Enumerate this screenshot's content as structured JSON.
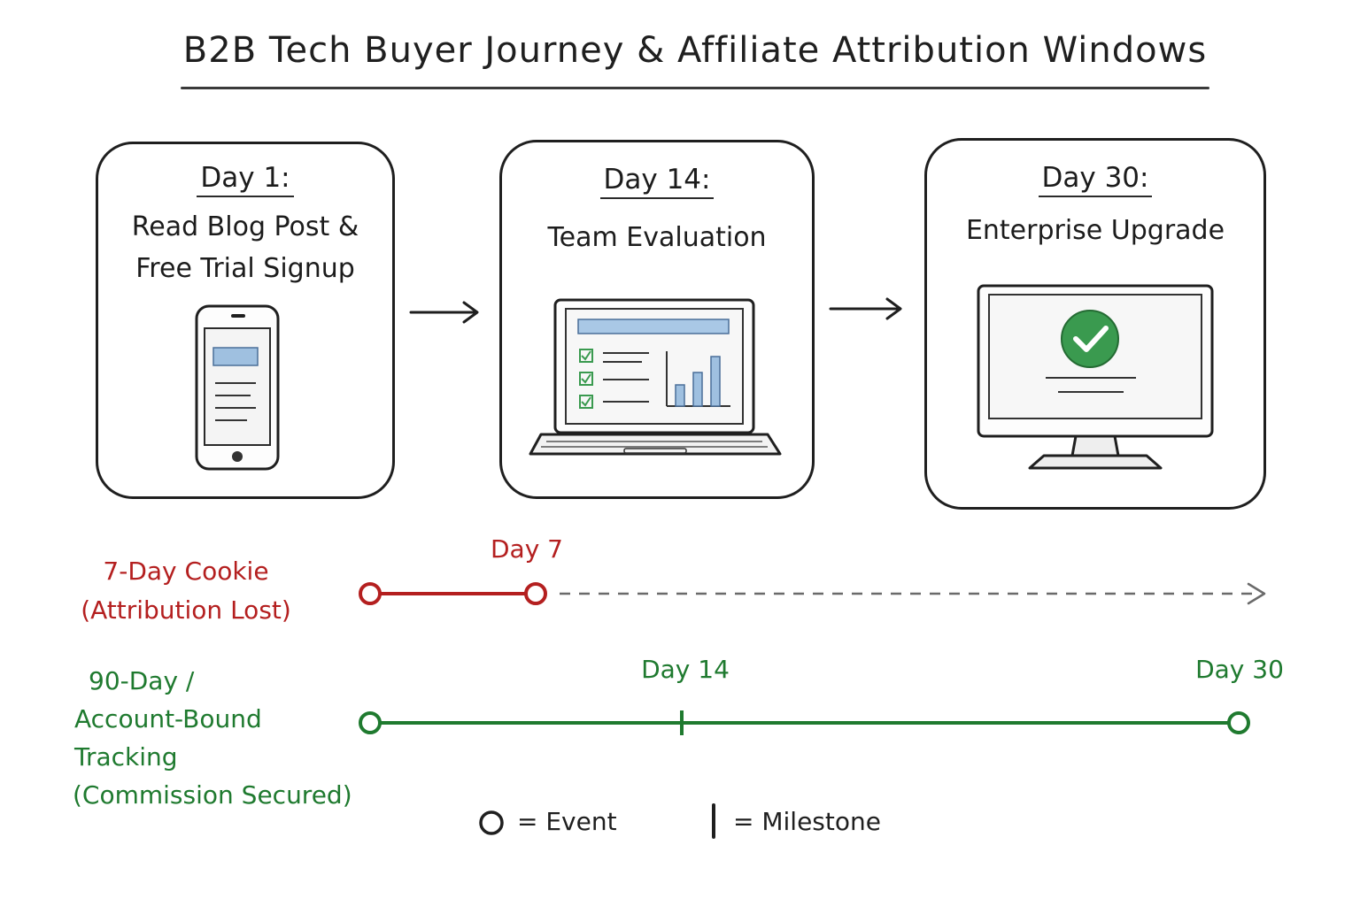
{
  "title": "B2B Tech Buyer Journey & Affiliate Attribution Windows",
  "stages": [
    {
      "day": "Day 1:",
      "text_lines": [
        "Read Blog Post &",
        "Free Trial Signup"
      ],
      "device": "phone-icon"
    },
    {
      "day": "Day 14:",
      "text_lines": [
        "Team Evaluation"
      ],
      "device": "laptop-icon"
    },
    {
      "day": "Day 30:",
      "text_lines": [
        "Enterprise Upgrade"
      ],
      "device": "monitor-icon"
    }
  ],
  "timelines": {
    "cookie": {
      "label_lines": [
        "7-Day Cookie",
        "(Attribution Lost)"
      ],
      "end_label": "Day 7",
      "color": "#b41f1f"
    },
    "account": {
      "label_lines": [
        "90-Day /",
        "Account-Bound Tracking",
        "(Commission Secured)"
      ],
      "milestone_label": "Day 14",
      "end_label": "Day 30",
      "color": "#1f7a2f"
    }
  },
  "legend": {
    "event_label": "= Event",
    "milestone_label": "= Milestone"
  },
  "colors": {
    "ink": "#1f1f1f",
    "screen_blue": "#8db3d9",
    "check_green": "#3a9a4f",
    "dashed_gray": "#6a6a6a"
  }
}
